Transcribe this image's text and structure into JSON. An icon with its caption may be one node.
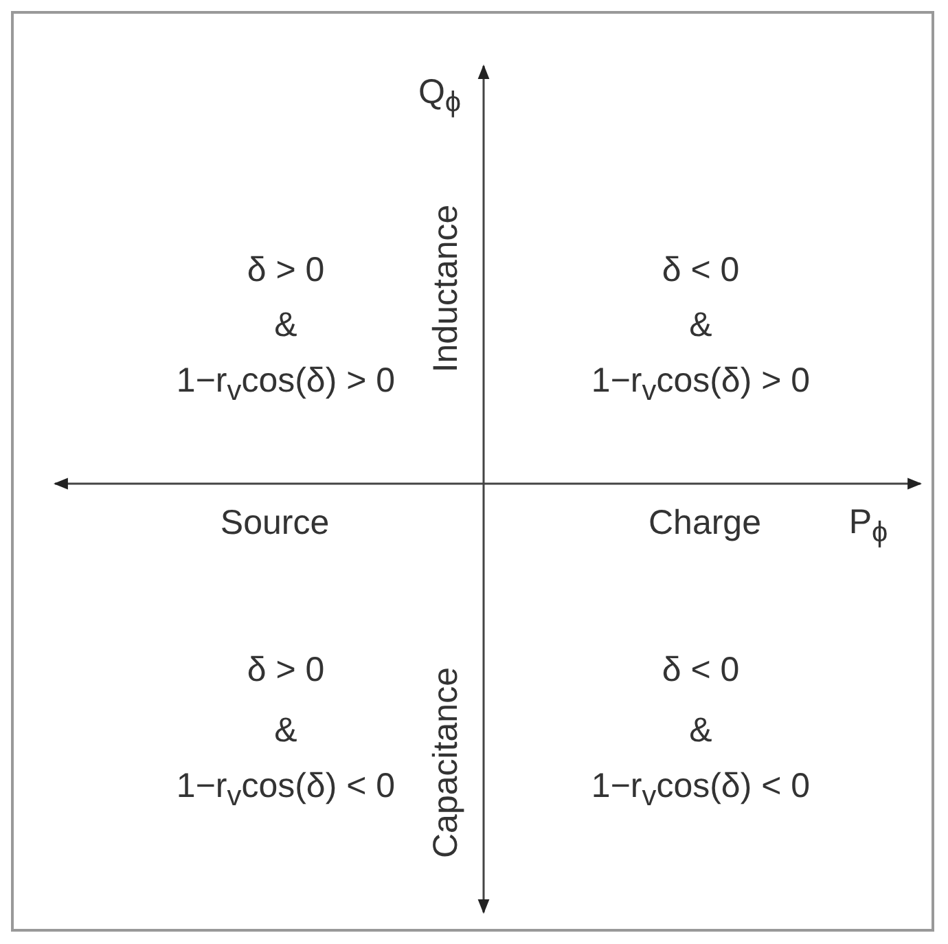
{
  "diagram": {
    "labels": [
      "Q$_{ϕ}$",
      "δ > 0",
      "&",
      "1−r$_{v}$cos(δ) > 0",
      "Inductance",
      "δ < 0",
      "&",
      "1−r$_{v}$cos(δ) > 0",
      "Source",
      "Charge",
      "P$_{ϕ}$",
      "δ > 0",
      "&",
      "1−r$_{v}$cos(δ) < 0",
      "Capacitance",
      "δ < 0",
      "&",
      "1−r$_{v}$cos(δ) < 0"
    ]
  }
}
